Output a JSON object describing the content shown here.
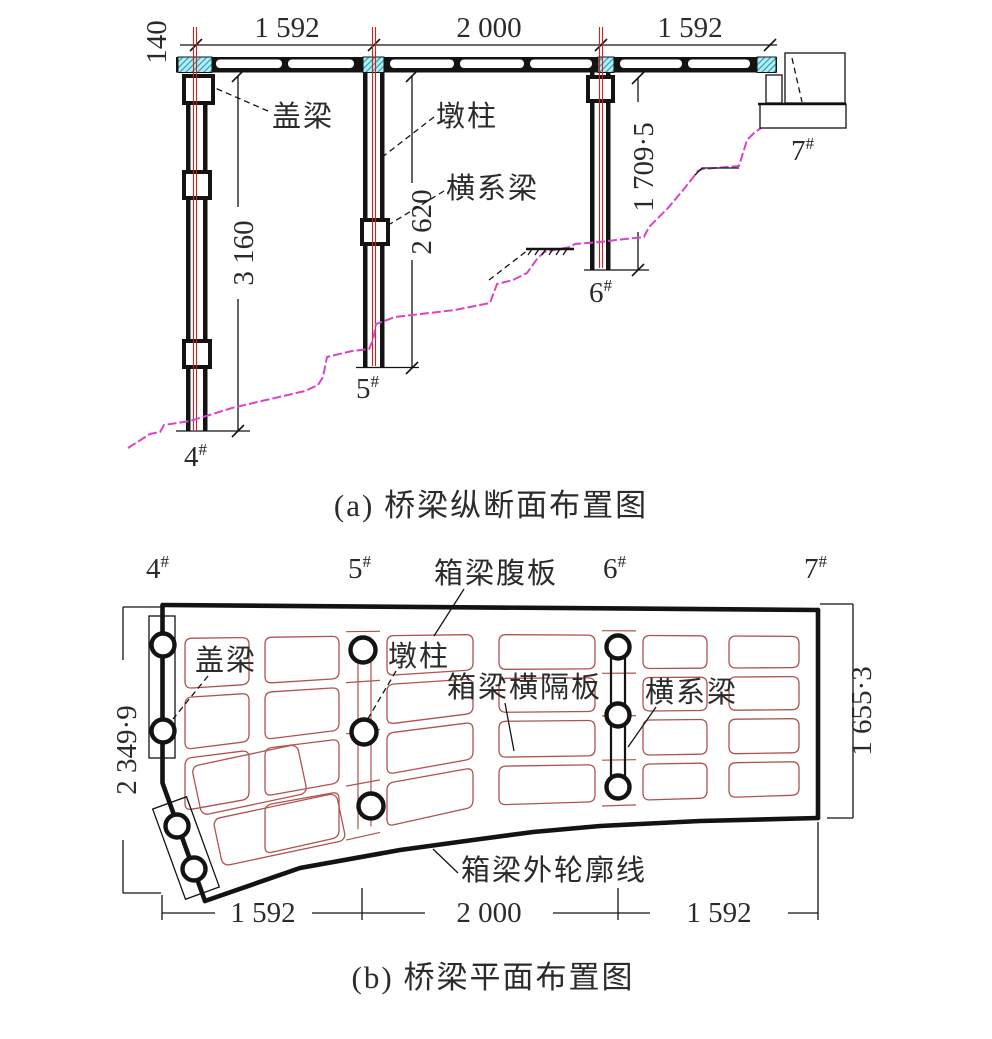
{
  "colors": {
    "ink": "#131313",
    "box_girder_red": "#b0524e",
    "centerline_red": "#cc2222",
    "ground_magenta": "#d944c8",
    "bearing_pad_cyan": "#b9ecf1",
    "bearing_pad_hatch": "#1fa7bd"
  },
  "figure_a": {
    "caption": "(a) 桥梁纵断面布置图",
    "top_dims": {
      "left_offset": "140",
      "span_1": "1 592",
      "span_2": "2 000",
      "span_3": "1 592"
    },
    "height_dims": {
      "pier_4": "3 160",
      "pier_5": "2 620",
      "pier_6": "1 709·5"
    },
    "labels": {
      "cap_beam": "盖梁",
      "pier_column": "墩柱",
      "tie_beam": "横系梁"
    },
    "pier_marks": {
      "p4": "4",
      "p5": "5",
      "p6": "6",
      "p7": "7",
      "sup": "#"
    }
  },
  "figure_b": {
    "caption": "(b) 桥梁平面布置图",
    "width_dims": {
      "left": "2 349·9",
      "right": "1 655·3"
    },
    "bottom_dims": {
      "span_1": "1 592",
      "span_2": "2 000",
      "span_3": "1 592"
    },
    "labels": {
      "web": "箱梁腹板",
      "cap_beam": "盖梁",
      "pier_column": "墩柱",
      "diaphragm": "箱梁横隔板",
      "tie_beam": "横系梁",
      "outline": "箱梁外轮廓线"
    },
    "pier_marks": {
      "p4": "4",
      "p5": "5",
      "p6": "6",
      "p7": "7",
      "sup": "#"
    }
  }
}
